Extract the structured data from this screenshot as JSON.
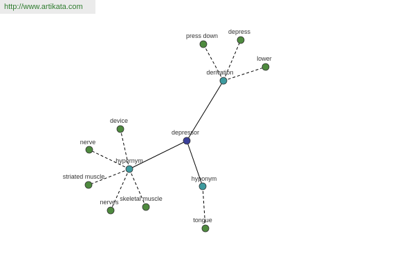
{
  "watermark": {
    "text": "http://www.artikata.com"
  },
  "colors": {
    "root": "#3a3f9a",
    "relation": "#3d9a9e",
    "leaf": "#4e8a3e",
    "edge": "#000000",
    "watermark_text": "#2f7d2f",
    "watermark_bg": "#ebebeb"
  },
  "graph": {
    "nodes": [
      {
        "id": "depressor",
        "label": "depressor",
        "kind": "root"
      },
      {
        "id": "derivation",
        "label": "derivation",
        "kind": "relation"
      },
      {
        "id": "hypernym",
        "label": "hypernym",
        "kind": "relation"
      },
      {
        "id": "hyponym",
        "label": "hyponym",
        "kind": "relation"
      },
      {
        "id": "press-down",
        "label": "press down",
        "kind": "leaf"
      },
      {
        "id": "depress",
        "label": "depress",
        "kind": "leaf"
      },
      {
        "id": "lower",
        "label": "lower",
        "kind": "leaf"
      },
      {
        "id": "device",
        "label": "device",
        "kind": "leaf"
      },
      {
        "id": "nerve",
        "label": "nerve",
        "kind": "leaf"
      },
      {
        "id": "striated-muscle",
        "label": "striated muscle",
        "kind": "leaf"
      },
      {
        "id": "nerves",
        "label": "nerves",
        "kind": "leaf"
      },
      {
        "id": "skeletal-muscle",
        "label": "skeletal muscle",
        "kind": "leaf"
      },
      {
        "id": "tongue",
        "label": "tongue",
        "kind": "leaf"
      }
    ],
    "edges": [
      {
        "from": "depressor",
        "to": "derivation",
        "style": "solid"
      },
      {
        "from": "depressor",
        "to": "hypernym",
        "style": "solid"
      },
      {
        "from": "depressor",
        "to": "hyponym",
        "style": "solid"
      },
      {
        "from": "derivation",
        "to": "press-down",
        "style": "dashed"
      },
      {
        "from": "derivation",
        "to": "depress",
        "style": "dashed"
      },
      {
        "from": "derivation",
        "to": "lower",
        "style": "dashed"
      },
      {
        "from": "hypernym",
        "to": "device",
        "style": "dashed"
      },
      {
        "from": "hypernym",
        "to": "nerve",
        "style": "dashed"
      },
      {
        "from": "hypernym",
        "to": "striated-muscle",
        "style": "dashed"
      },
      {
        "from": "hypernym",
        "to": "nerves",
        "style": "dashed"
      },
      {
        "from": "hypernym",
        "to": "skeletal-muscle",
        "style": "dashed"
      },
      {
        "from": "hyponym",
        "to": "tongue",
        "style": "dashed"
      }
    ]
  }
}
